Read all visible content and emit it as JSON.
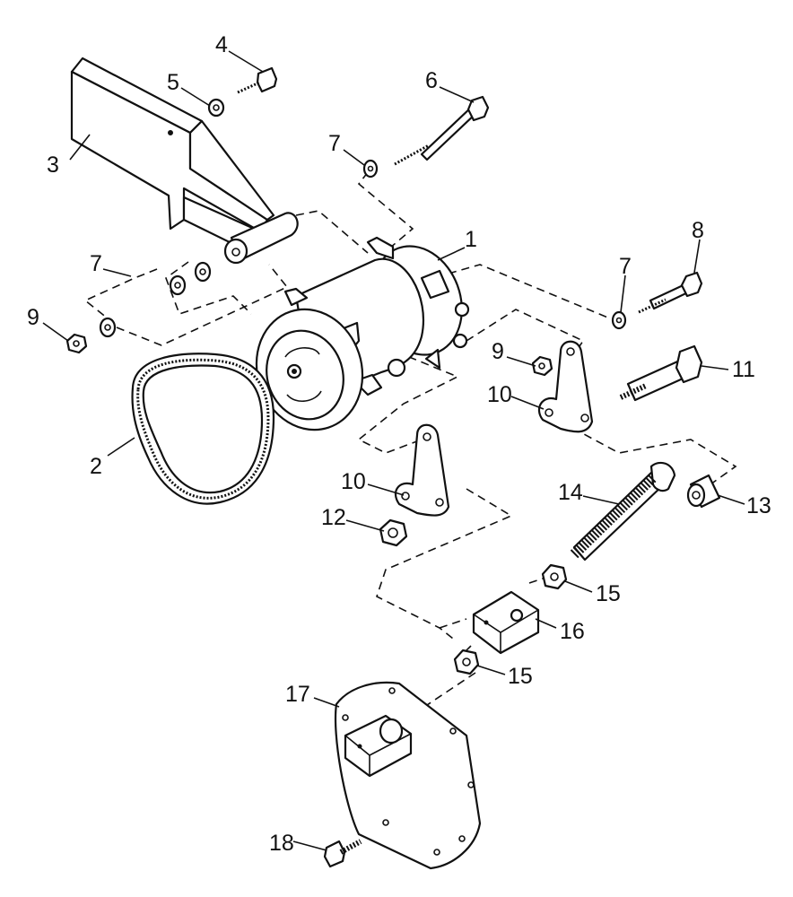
{
  "labels": {
    "compressor": "1",
    "belt": "2",
    "bracket": "3",
    "bolt_top": "4",
    "washer_top": "5",
    "long_bolt": "6",
    "washer_a": "7",
    "washer_b": "7",
    "washer_c": "7",
    "bolt_right": "8",
    "nut_left": "9",
    "nut_right": "9",
    "plate_right": "10",
    "plate_center": "10",
    "bolt_large": "11",
    "nut_center": "12",
    "spacer": "13",
    "adjust_screw": "14",
    "nut_upper": "15",
    "nut_lower": "15",
    "block": "16",
    "cover_plate": "17",
    "bolt_bottom": "18"
  }
}
